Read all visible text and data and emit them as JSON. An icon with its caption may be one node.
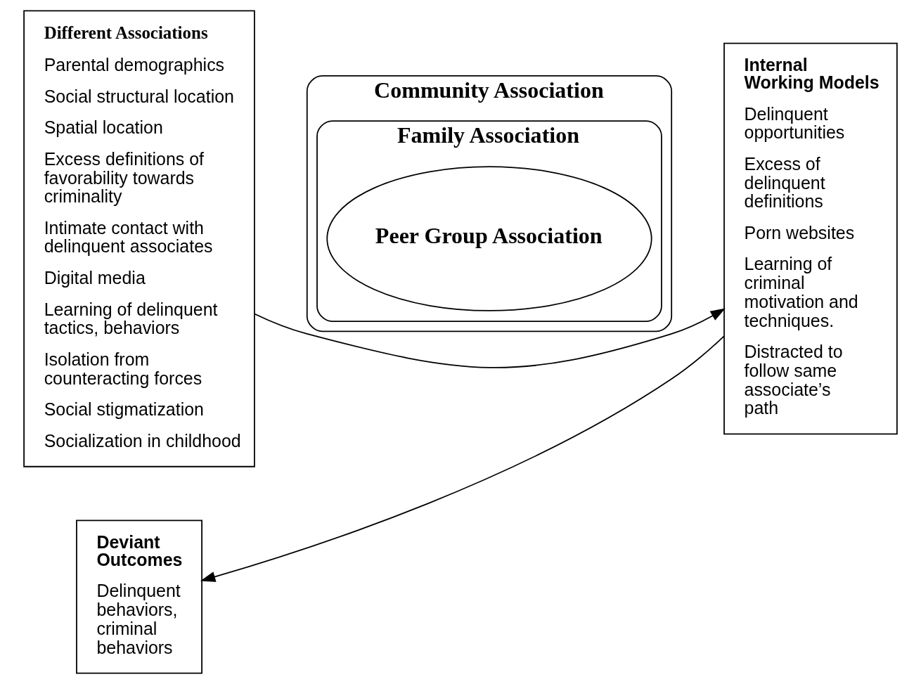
{
  "diagram": {
    "nodes": [
      {
        "text": [
          "Different Associations",
          "Parental demographics",
          "Social structural location",
          "Spatial location",
          "Excess definitions of favorability towards criminality",
          "Intimate contact with delinquent associates",
          "Digital media",
          "Learning of delinquent tactics, behaviors",
          "Isolation from counteracting forces",
          "Social stigmatization",
          "Socialization in childhood"
        ]
      },
      {
        "text": [
          "Community Association"
        ]
      },
      {
        "text": [
          "Family Association"
        ],
        "in": 1
      },
      {
        "text": [
          "Peer Group Association"
        ],
        "in": 2
      },
      {
        "text": [
          "Internal Working Models",
          "Delinquent opportunities",
          "Excess of delinquent definitions",
          "Porn websites",
          "Learning of criminal motivation and techniques.",
          "Distracted to follow same associate’s path"
        ]
      },
      {
        "text": [
          "Deviant Outcomes",
          "Delinquent behaviors, criminal behaviors"
        ]
      }
    ],
    "edges": [
      {
        "from": 0,
        "to": 4,
        "arrow": "to"
      },
      {
        "from": 4,
        "to": 5,
        "arrow": "to"
      }
    ]
  }
}
